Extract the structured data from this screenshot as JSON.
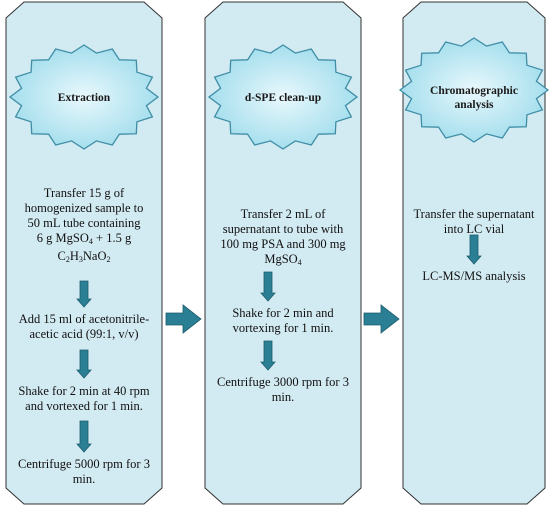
{
  "colors": {
    "panel_fill": "#d2eaf2",
    "panel_stroke": "#333333",
    "badge_fill_center": "#e8f8fc",
    "badge_fill_edge": "#9fdcec",
    "badge_stroke": "#3f8ea6",
    "arrow_fill": "#2a7f94",
    "arrow_stroke": "#1d5d6d"
  },
  "columns": [
    {
      "badge": "Extraction",
      "steps": [
        "Transfer 15 g of\nhomogenized sample to\n50 mL tube containing\n6 g MgSO₄ + 1.5 g\nC₂H₃NaO₂",
        "Add 15 ml of acetonitrile-\nacetic acid (99:1, v/v)",
        "Shake for 2 min at 40 rpm\nand vortexed for 1 min.",
        "Centrifuge 5000 rpm for 3\nmin."
      ]
    },
    {
      "badge": "d-SPE clean-up",
      "steps": [
        "Transfer 2 mL of\nsupernatant to tube with\n100 mg PSA and 300 mg\nMgSO₄",
        "Shake for 2 min and\nvortexing for 1 min.",
        "Centrifuge 3000 rpm for 3\nmin."
      ]
    },
    {
      "badge": "Chromatographic\nanalysis",
      "steps": [
        "Transfer the supernatant\ninto LC vial",
        "LC-MS/MS analysis"
      ]
    }
  ]
}
